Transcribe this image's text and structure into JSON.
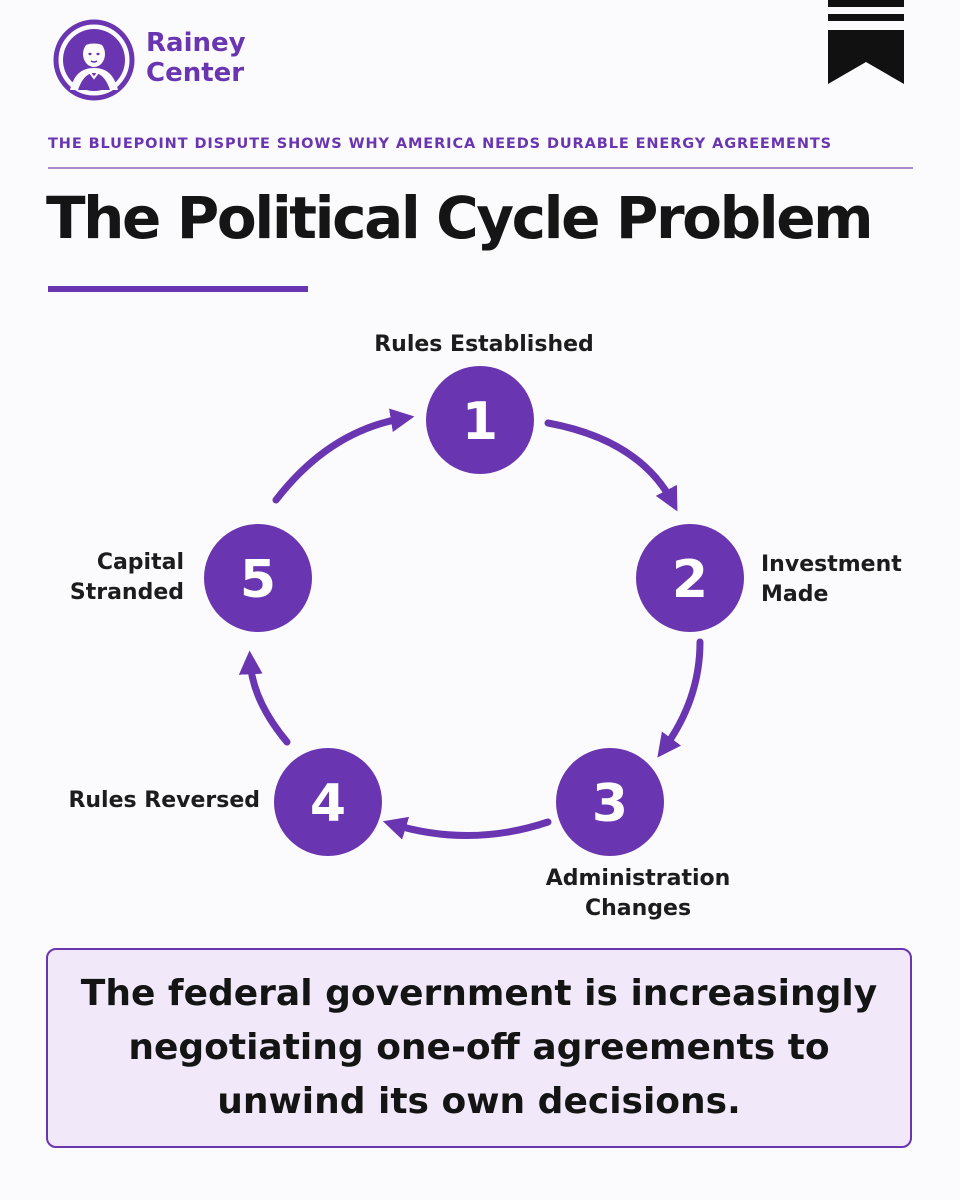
{
  "header": {
    "brand_line1": "Rainey",
    "brand_line2": "Center",
    "kicker": "THE BLUEPOINT DISPUTE SHOWS WHY AMERICA NEEDS DURABLE ENERGY AGREEMENTS",
    "title": "The Political Cycle Problem"
  },
  "icons": {
    "logo": "portrait-seal-icon",
    "bookmark": "bookmark-icon"
  },
  "colors": {
    "accent": "#6a35b0",
    "callout_background": "#f1e9fa",
    "text": "#1a1a1a"
  },
  "cycle": {
    "steps": [
      {
        "number": "1",
        "label": "Rules Established"
      },
      {
        "number": "2",
        "label": "Investment\nMade"
      },
      {
        "number": "3",
        "label": "Administration\nChanges"
      },
      {
        "number": "4",
        "label": "Rules Reversed"
      },
      {
        "number": "5",
        "label": "Capital\nStranded"
      }
    ]
  },
  "callout": {
    "text": "The federal government is increasingly negotiating one-off agreements to unwind its own decisions."
  }
}
